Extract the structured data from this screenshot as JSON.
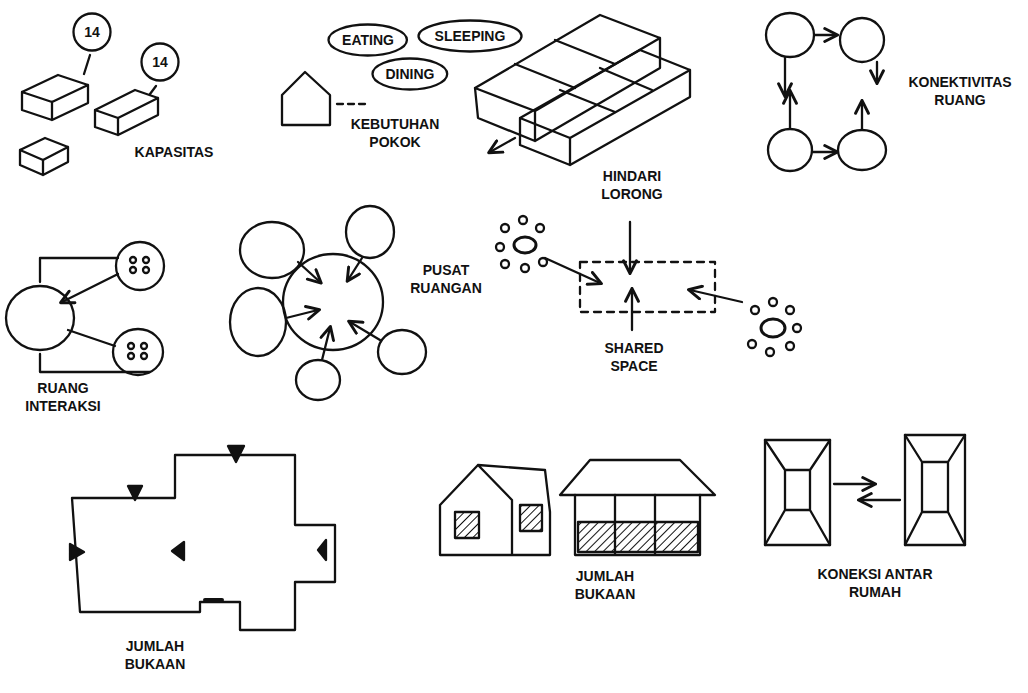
{
  "diagram": {
    "nodes": [
      {
        "text": [
          "14"
        ]
      },
      {
        "text": [
          "14"
        ]
      },
      {
        "text": [
          "EATING"
        ]
      },
      {
        "text": [
          "SLEEPING"
        ]
      },
      {
        "text": [
          "DINING"
        ]
      }
    ],
    "labels": [
      "KAPASITAS",
      "KEBUTUHAN POKOK",
      "HINDARI LORONG",
      "KONEKTIVITAS RUANG",
      "RUANG INTERAKSI",
      "PUSAT RUANGAN",
      "SHARED SPACE",
      "JUMLAH BUKAAN",
      "JUMLAH BUKAAN",
      "KONEKSI ANTAR RUMAH"
    ]
  }
}
